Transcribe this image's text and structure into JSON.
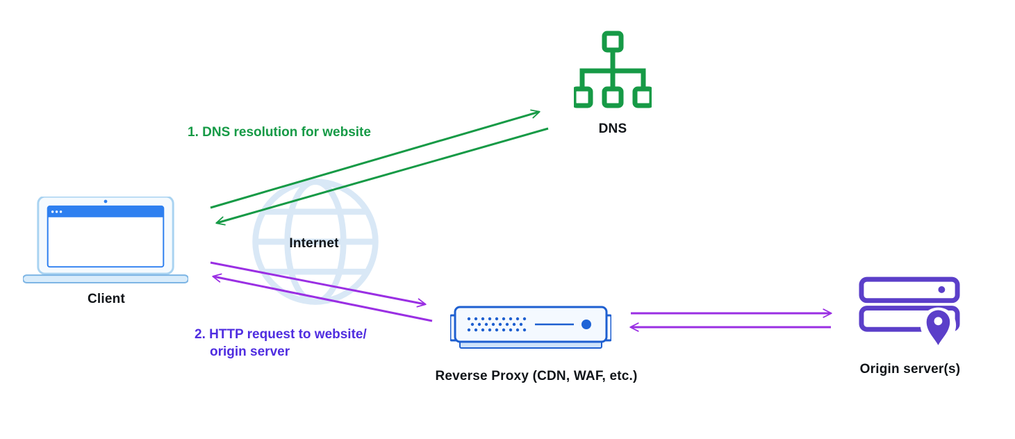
{
  "nodes": {
    "client": {
      "label": "Client",
      "icon": "laptop-icon"
    },
    "internet": {
      "label": "Internet",
      "icon": "globe-icon"
    },
    "dns": {
      "label": "DNS",
      "icon": "dns-tree-icon"
    },
    "reverse_proxy": {
      "label": "Reverse Proxy (CDN, WAF, etc.)",
      "icon": "server-appliance-icon"
    },
    "origin": {
      "label": "Origin server(s)",
      "icon": "server-stack-pin-icon"
    }
  },
  "annotations": {
    "step1": {
      "label": "1. DNS resolution for website",
      "color": "#169a46"
    },
    "step2": {
      "line1": "2. HTTP request to website/",
      "line2": "origin server",
      "color": "#4f2de0"
    }
  },
  "arrows": {
    "dns_resolution": {
      "between": [
        "client",
        "dns"
      ],
      "direction": "bidirectional",
      "color": "#169a46"
    },
    "http_request": {
      "between": [
        "client",
        "reverse_proxy"
      ],
      "direction": "bidirectional",
      "color": "#9a2fe3"
    },
    "proxy_to_origin": {
      "between": [
        "reverse_proxy",
        "origin"
      ],
      "direction": "bidirectional",
      "color": "#9a2fe3"
    }
  },
  "colors": {
    "green": "#169a46",
    "arrow_purple": "#9a2fe3",
    "text_purple": "#4f2de0",
    "origin_purple": "#5b3fc9",
    "proxy_blue": "#1e5fd0",
    "accent_blue": "#2d7ff0",
    "light_blue": "#d9ecfb",
    "globe_blue": "#d9e8f6",
    "label_color": "#101418",
    "background": "#ffffff"
  }
}
